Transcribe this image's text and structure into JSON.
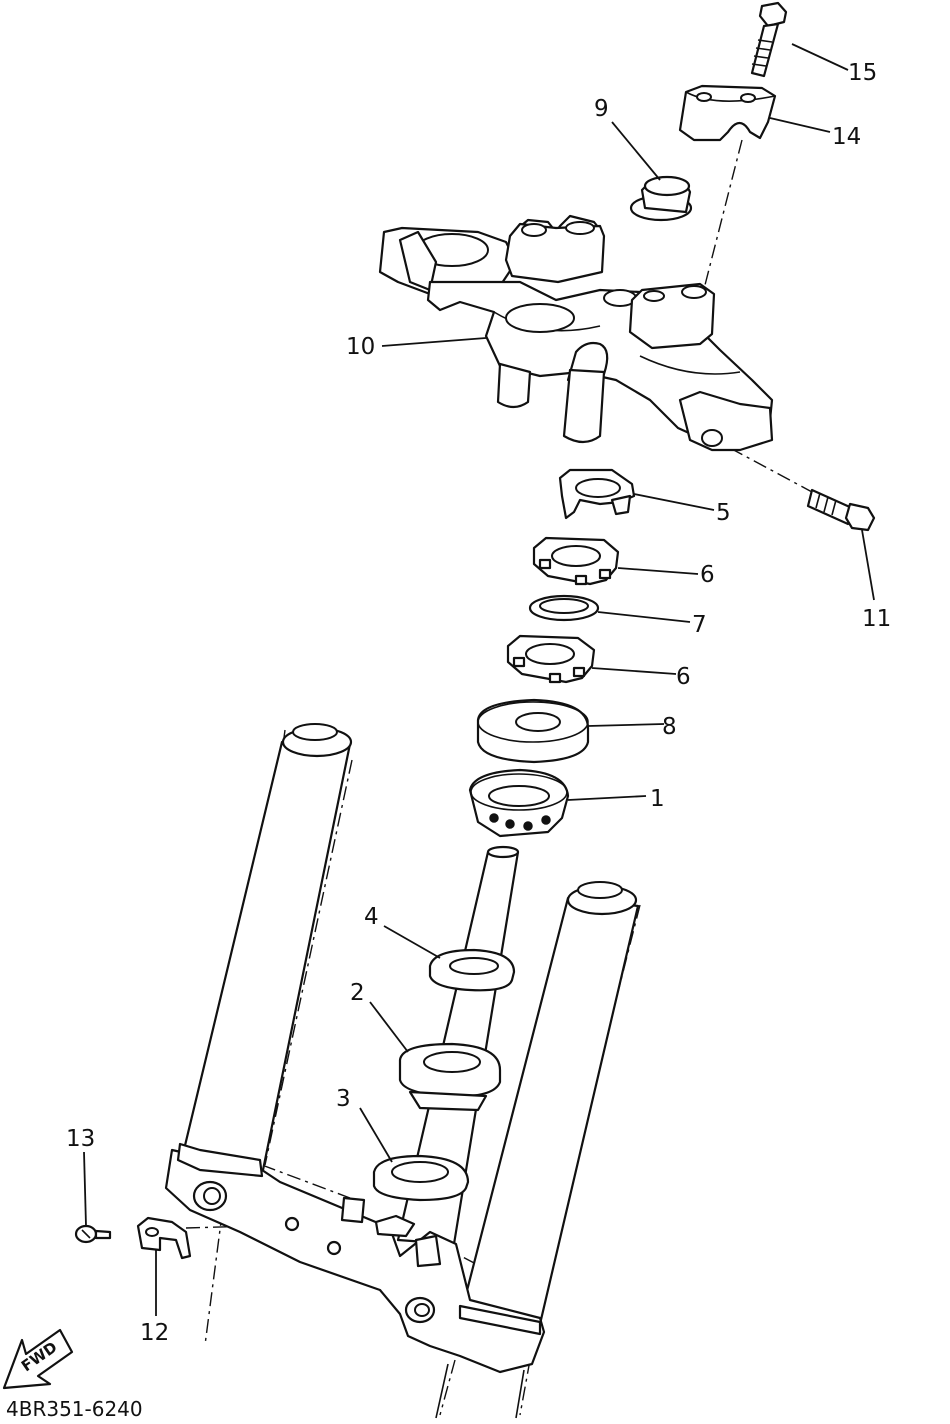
{
  "drawing_code": "4BR351-6240",
  "fwd_label": "FWD",
  "callouts": {
    "c1": "1",
    "c2": "2",
    "c3": "3",
    "c4": "4",
    "c5": "5",
    "c6a": "6",
    "c6b": "6",
    "c7": "7",
    "c8": "8",
    "c9": "9",
    "c10": "10",
    "c11": "11",
    "c12": "12",
    "c13": "13",
    "c14": "14",
    "c15": "15"
  }
}
